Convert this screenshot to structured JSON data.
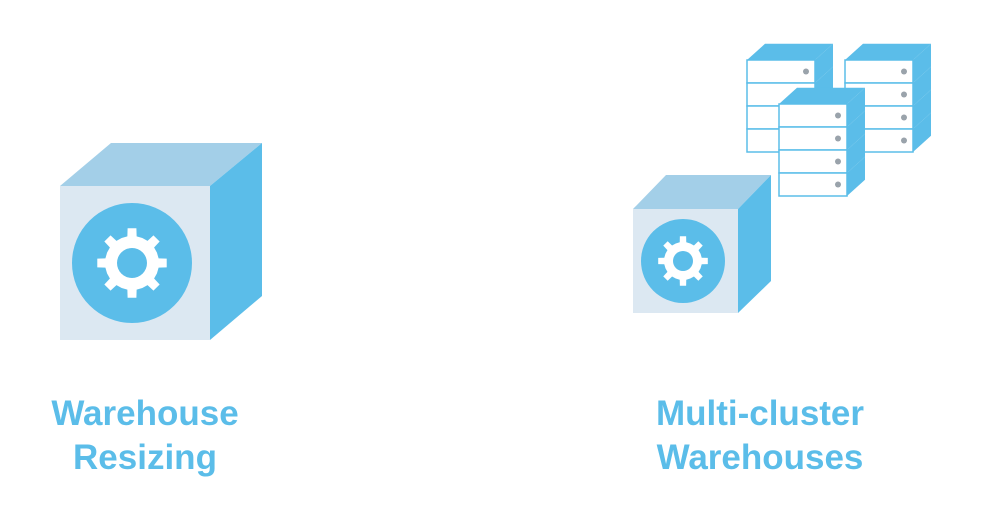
{
  "colors": {
    "cube_top": "#a3cfe8",
    "cube_side": "#5bbde9",
    "cube_front": "#dce8f2",
    "gear_disc": "#5bbde9",
    "gear": "#ffffff",
    "server_face": "#ffffff",
    "server_edge": "#5bbde9",
    "server_dot": "#9aa3ab",
    "caption": "#5bbde9"
  },
  "left_panel": {
    "icon": "warehouse-cube-icon",
    "caption_lines": [
      "Warehouse",
      "Resizing"
    ]
  },
  "right_panel": {
    "icon": "multi-cluster-warehouse-icon",
    "caption_lines": [
      "Multi-cluster",
      "Warehouses"
    ]
  }
}
